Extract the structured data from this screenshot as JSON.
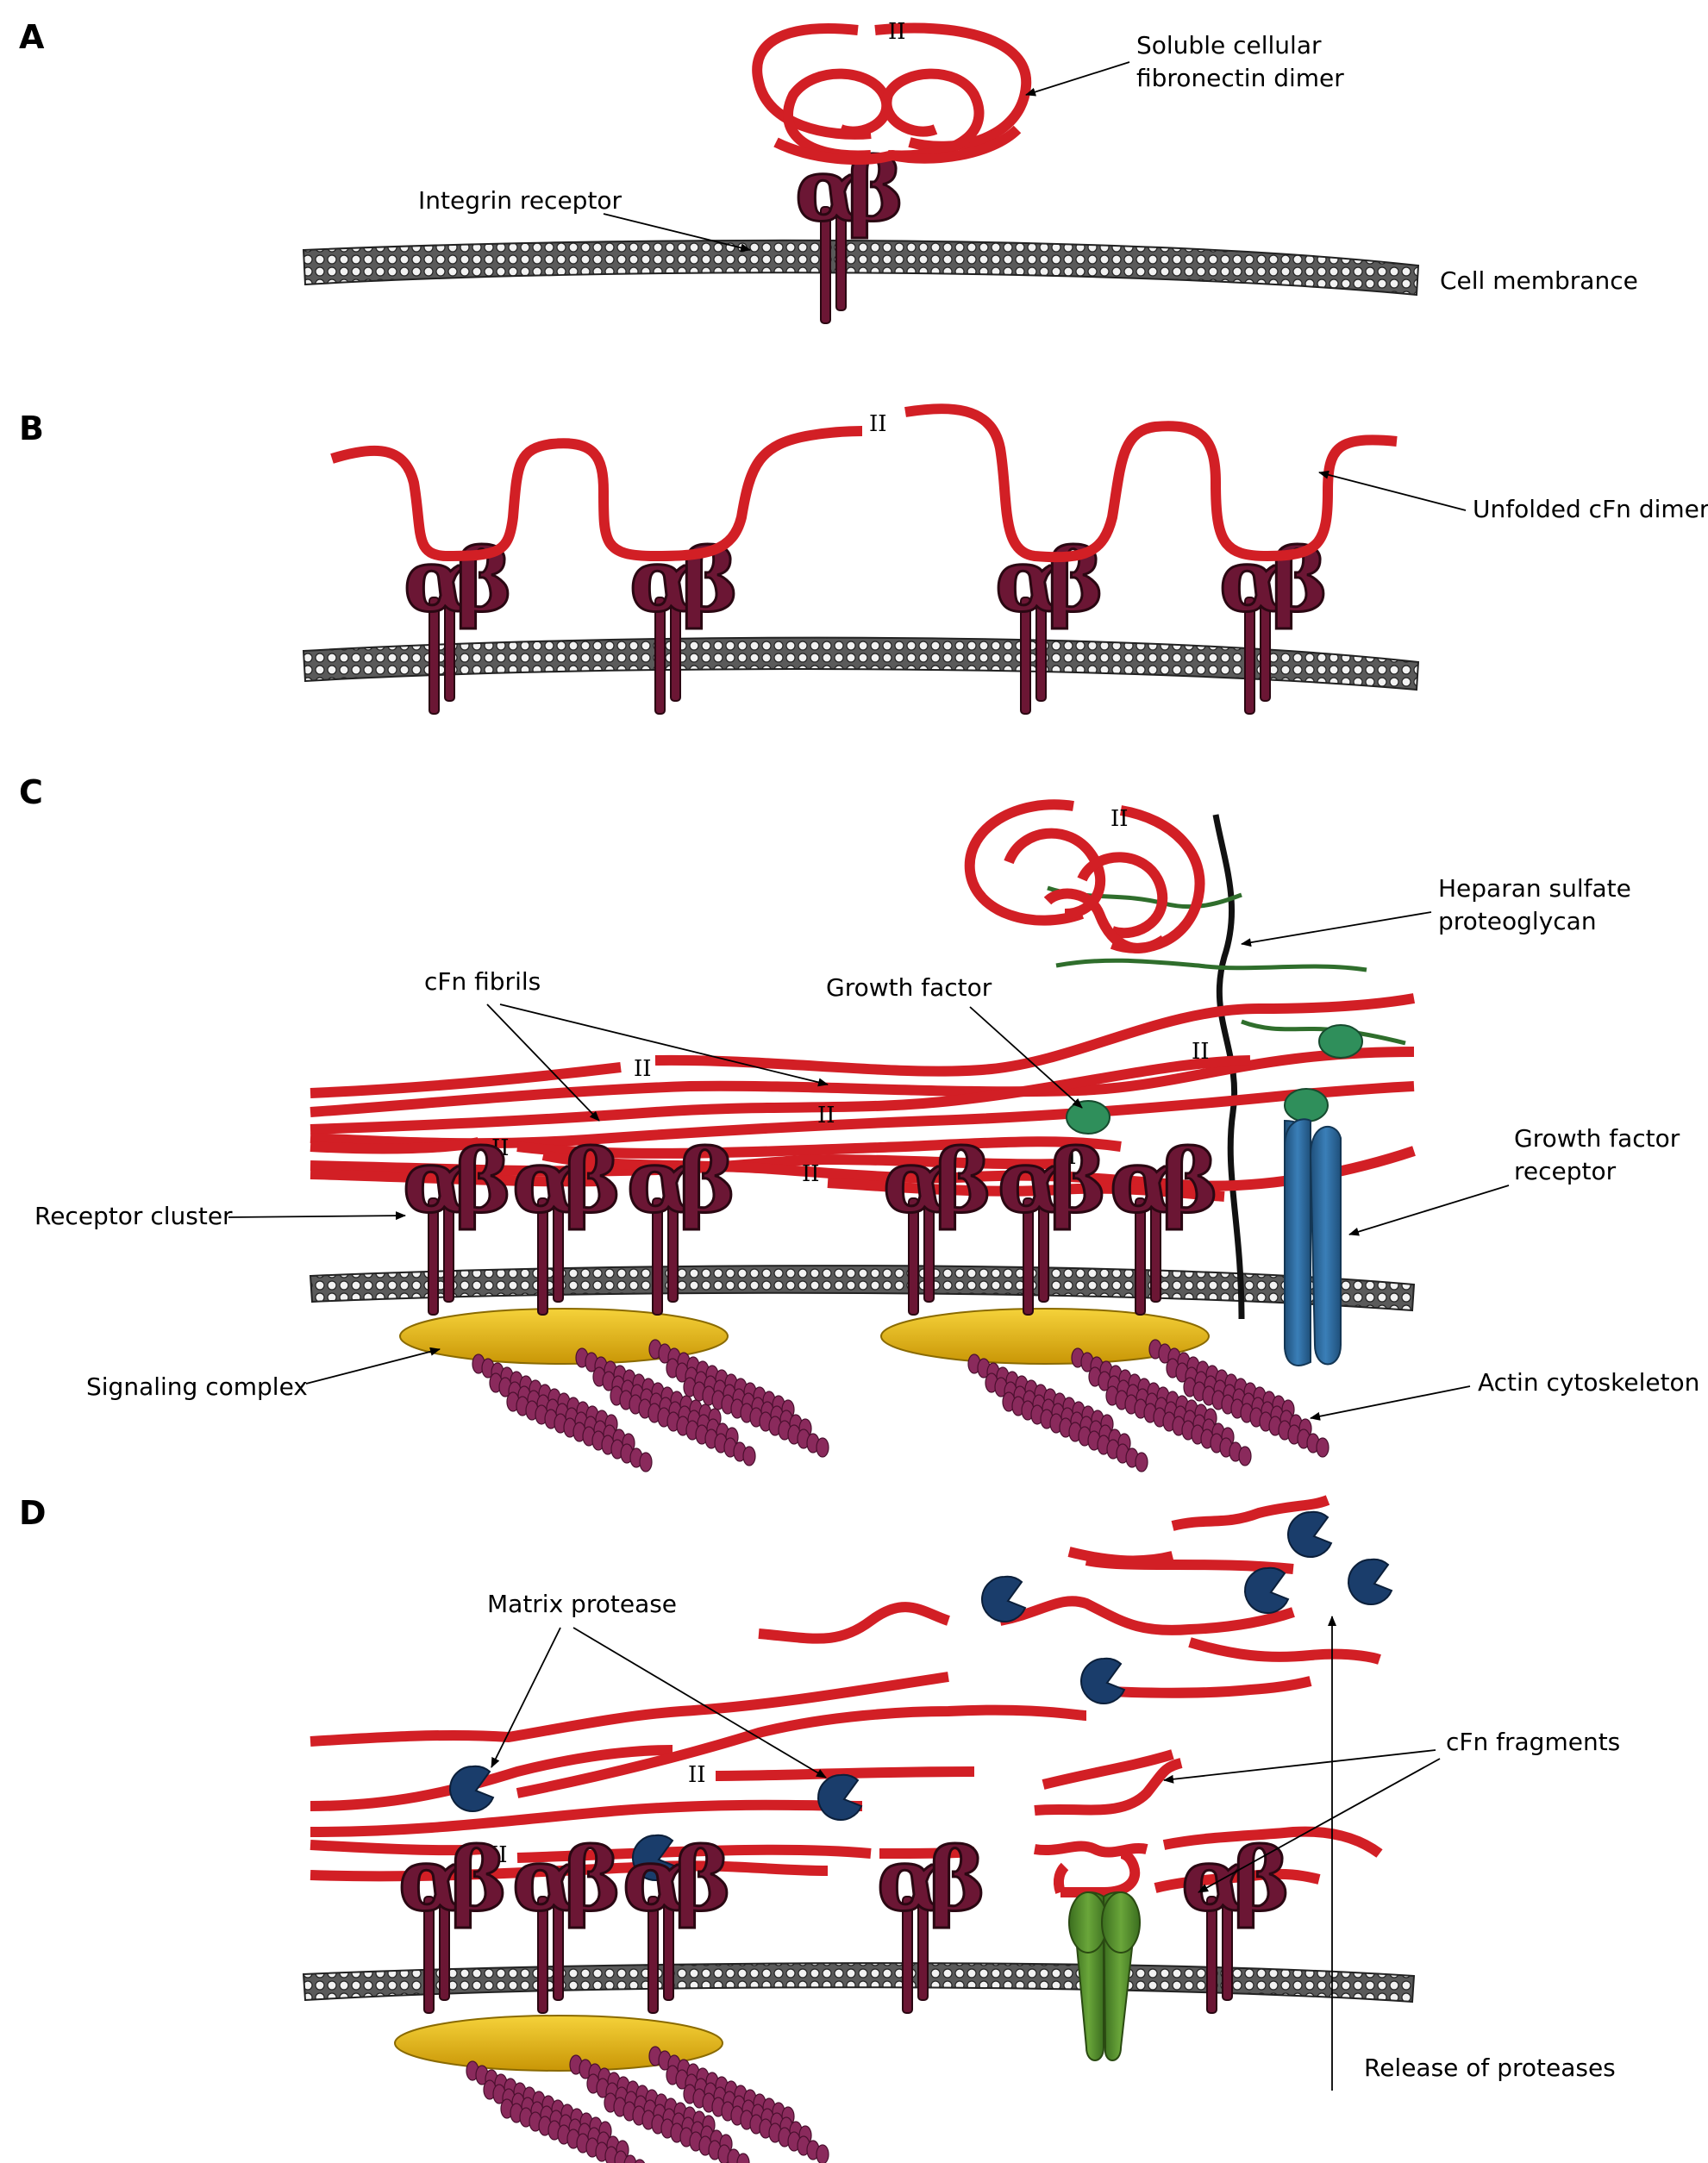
{
  "panels": {
    "a": {
      "letter": "A"
    },
    "b": {
      "letter": "B"
    },
    "c": {
      "letter": "C"
    },
    "d": {
      "letter": "D"
    }
  },
  "integrin": {
    "alpha": "α",
    "beta": "β"
  },
  "roman_numeral": "II",
  "labels": {
    "soluble_line1": "Soluble cellular",
    "soluble_line2": "fibronectin dimer",
    "integrin_receptor": "Integrin receptor",
    "cell_membrane": "Cell membrance",
    "unfolded_dimer": "Unfolded cFn dimer",
    "heparan_line1": "Heparan sulfate",
    "heparan_line2": "proteoglycan",
    "cfn_fibrils": "cFn fibrils",
    "growth_factor": "Growth factor",
    "gf_receptor_line1": "Growth factor",
    "gf_receptor_line2": "receptor",
    "receptor_cluster": "Receptor cluster",
    "signaling_complex": "Signaling complex",
    "actin_cytoskeleton": "Actin cytoskeleton",
    "matrix_protease": "Matrix protease",
    "cfn_fragments": "cFn fragments",
    "release_proteases": "Release of proteases"
  },
  "colors": {
    "fibronectin": "#d21f25",
    "integrin": "#6b1634",
    "membrane": "#3a3a3a",
    "signaling_complex": "#e8b90f",
    "actin": "#8a2a5c",
    "growth_factor": "#2f8f5b",
    "gf_receptor": "#2e6b9e",
    "protease": "#1a3d6b",
    "heparan_core": "#111111",
    "heparan_chain": "#2f6e2c",
    "fragment_receptor": "#4e8a2a"
  }
}
